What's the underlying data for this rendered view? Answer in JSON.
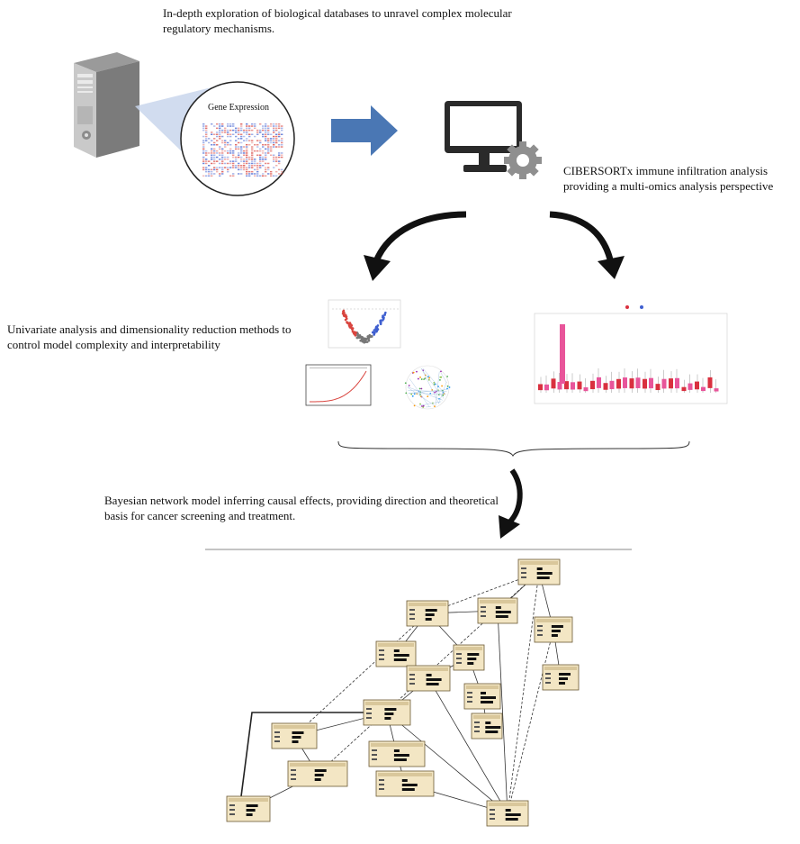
{
  "captions": {
    "top": "In-depth exploration of biological databases to unravel complex molecular regulatory mechanisms.",
    "cibersort": "CIBERSORTx immune infiltration analysis providing a multi-omics analysis perspective",
    "univariate": "Univariate analysis and dimensionality reduction methods to control model complexity and interpretability",
    "bayesian": "Bayesian network model inferring causal effects, providing direction and theoretical basis for cancer screening and treatment."
  },
  "gene_expression_label": "Gene Expression",
  "icons": {
    "server": "server-tower-icon",
    "arrow": "right-arrow-icon",
    "computer": "monitor-gear-icon"
  },
  "colors": {
    "arrow_blue": "#4a77b4",
    "node_fill": "#f3e6c4",
    "node_border": "#6b5a35",
    "volcano_red": "#d9453f",
    "volcano_blue": "#3f5fd0",
    "box_red": "#d9303f",
    "box_pink": "#e8559a"
  }
}
